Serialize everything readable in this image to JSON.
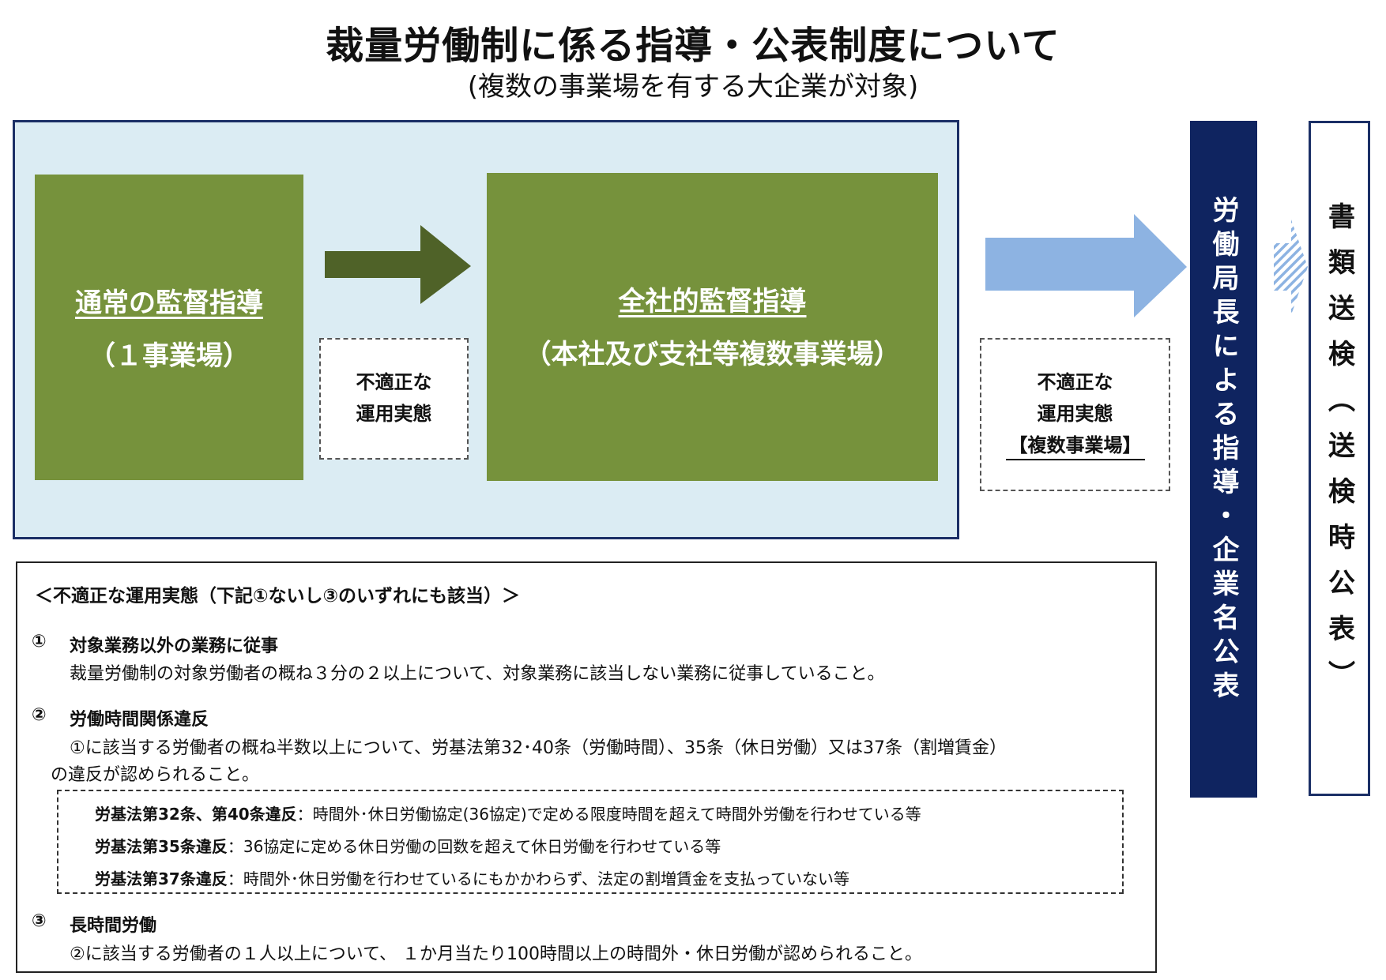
{
  "title": "裁量労働制に係る指導・公表制度について",
  "subtitle": "(複数の事業場を有する大企業が対象)",
  "flow": {
    "box_normal": {
      "line1": "通常の監督指導",
      "line2": "（１事業場）"
    },
    "box_company": {
      "line1": "全社的監督指導",
      "line2": "（本社及び支社等複数事業場）"
    },
    "note1": {
      "line1": "不適正な",
      "line2": "運用実態"
    },
    "note2": {
      "line1": "不適正な",
      "line2": "運用実態",
      "line3": "【複数事業場】"
    }
  },
  "publish_bar": "労働局長による指導・企業名公表",
  "referral_bar": "書類送検（送検時公表）",
  "criteria": {
    "heading": "＜不適正な運用実態（下記①ないし③のいずれにも該当）＞",
    "item1": {
      "num": "①",
      "title": "対象業務以外の業務に従事",
      "text": "裁量労働制の対象労働者の概ね３分の２以上について、対象業務に該当しない業務に従事していること。"
    },
    "item2": {
      "num": "②",
      "title": "労働時間関係違反",
      "text_line1": "①に該当する労働者の概ね半数以上について、労基法第32･40条（労働時間）、35条（休日労働）又は37条（割増賃金）",
      "text_line2": "の違反が認められること。",
      "sub": [
        {
          "label": "労基法第32条、第40条違反",
          "text": "：時間外･休日労働協定(36協定)で定める限度時間を超えて時間外労働を行わせている等"
        },
        {
          "label": "労基法第35条違反",
          "text": "：36協定に定める休日労働の回数を超えて休日労働を行わせている等"
        },
        {
          "label": "労基法第37条違反",
          "text": "：時間外･休日労働を行わせているにもかかわらず、法定の割増賃金を支払っていない等"
        }
      ]
    },
    "item3": {
      "num": "③",
      "title": "長時間労働",
      "text": "②に該当する労働者の１人以上について、 １か月当たり100時間以上の時間外・休日労働が認められること。"
    }
  },
  "colors": {
    "panel_bg": "#dbecf3",
    "panel_border": "#1b2f66",
    "green": "#76923c",
    "dark_green_arrow": "#4f6228",
    "blue_arrow": "#8db3e2",
    "navy_bar": "#0f2460"
  }
}
